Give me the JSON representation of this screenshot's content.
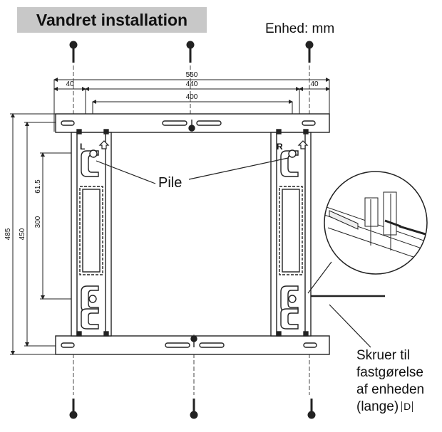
{
  "title": "Vandret installation",
  "unit": "Enhed: mm",
  "arrow_label": "Pile",
  "side_left": "L",
  "side_right": "R",
  "horizontal_dimensions": {
    "d550": "550",
    "d440": "440",
    "d400": "400",
    "d40_left": "40",
    "d40_right": "40"
  },
  "vertical_dimensions": {
    "d485": "485",
    "d450": "450",
    "d300": "300",
    "d615": "61.5"
  },
  "callout": {
    "line1": "Skruer til",
    "line2": "fastgørelse",
    "line3": "af enheden",
    "line4": "(lange)",
    "badge": "D"
  },
  "colors": {
    "line": "#222222",
    "title_background": "#c8c8c8"
  }
}
